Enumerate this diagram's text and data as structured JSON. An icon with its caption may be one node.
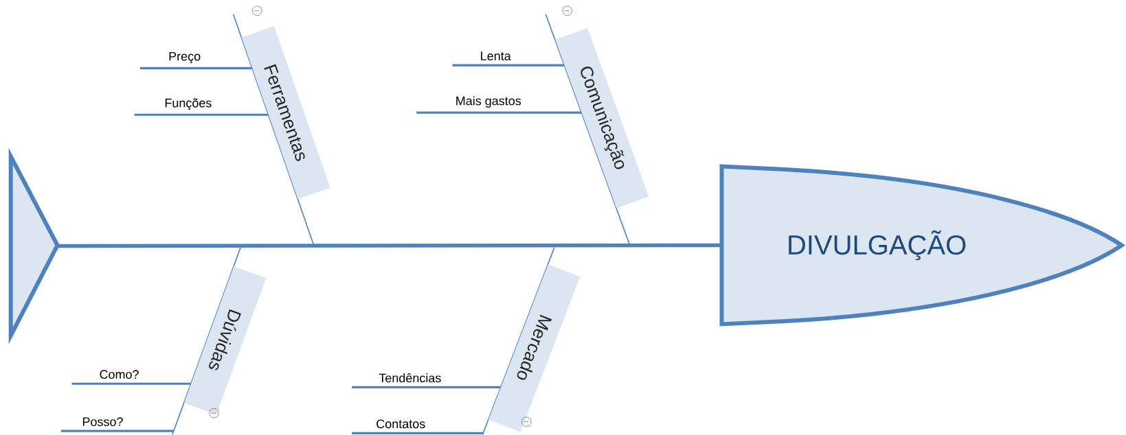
{
  "diagram": {
    "nodes": [
      {
        "text": [],
        "shape": "triangle"
      },
      {
        "text": [
          "Ferramentas"
        ]
      },
      {
        "text": [
          "Preço"
        ]
      },
      {
        "text": [
          "Funções"
        ]
      },
      {
        "text": [
          "Comunicação"
        ]
      },
      {
        "text": [
          "Lenta"
        ]
      },
      {
        "text": [
          "Mais gastos"
        ]
      },
      {
        "text": [
          "Dúvidas"
        ]
      },
      {
        "text": [
          "Como?"
        ]
      },
      {
        "text": [
          "Posso?"
        ]
      },
      {
        "text": [
          "Mercado"
        ]
      },
      {
        "text": [
          "Tendências"
        ]
      },
      {
        "text": [
          "Contatos"
        ]
      },
      {
        "text": [
          "DIVULGAÇÃO"
        ]
      }
    ],
    "edges": [
      {
        "from": 0,
        "to": 13,
        "arrow": "none"
      },
      {
        "from": 1,
        "to": null,
        "arrow": "none"
      },
      {
        "from": 2,
        "to": 1,
        "arrow": "none"
      },
      {
        "from": 3,
        "to": 1,
        "arrow": "none"
      },
      {
        "from": 4,
        "to": null,
        "arrow": "none"
      },
      {
        "from": 5,
        "to": 4,
        "arrow": "none"
      },
      {
        "from": 6,
        "to": 4,
        "arrow": "none"
      },
      {
        "from": 7,
        "to": null,
        "arrow": "none"
      },
      {
        "from": 8,
        "to": 7,
        "arrow": "none"
      },
      {
        "from": 9,
        "to": 7,
        "arrow": "none"
      },
      {
        "from": 10,
        "to": null,
        "arrow": "none"
      },
      {
        "from": 11,
        "to": 10,
        "arrow": "none"
      },
      {
        "from": 12,
        "to": 10,
        "arrow": "none"
      }
    ]
  }
}
